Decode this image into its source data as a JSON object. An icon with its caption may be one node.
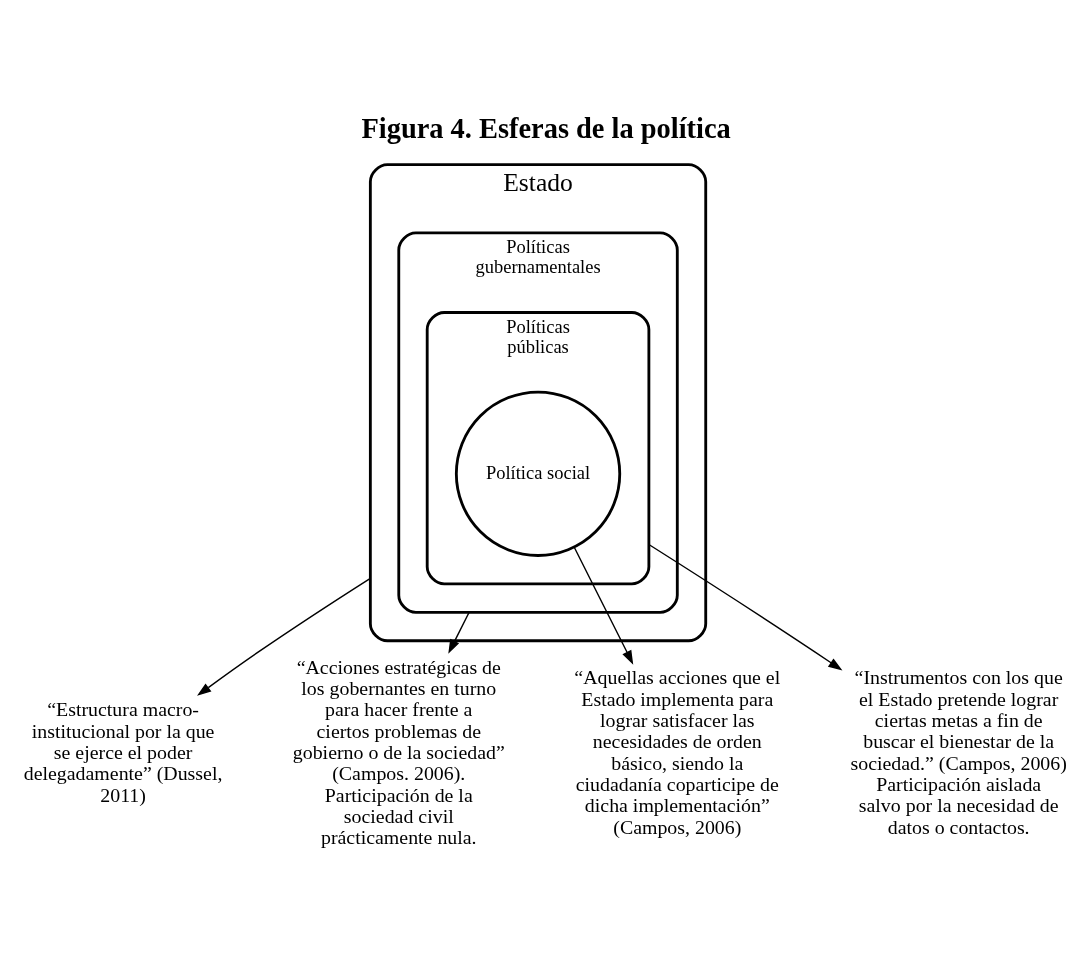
{
  "diagram": {
    "title": "Figura 4. Esferas de la política",
    "nodes": [
      {
        "text": [
          "“Estructura macro-institucional por la que se ejerce el poder delegadamente” (Dussel, 2011)"
        ]
      },
      {
        "text": [
          "“Acciones estratégicas de los gobernantes en turno para hacer frente a ciertos problemas de gobierno o de la sociedad” (Campos. 2006). Participación de la sociedad civil prácticamente nula."
        ]
      },
      {
        "text": [
          "Estado"
        ]
      },
      {
        "text": [
          "Políticas gubernamentales"
        ],
        "in": 2
      },
      {
        "text": [
          "Políticas públicas"
        ],
        "in": 3
      },
      {
        "text": [
          "Política social"
        ],
        "in": 4
      },
      {
        "text": [
          "“Aquellas acciones que el Estado implementa para lograr satisfacer las necesidades de orden básico, siendo la ciudadanía coparticipe de dicha implementación” (Campos, 2006)"
        ]
      },
      {
        "text": [
          "“Instrumentos con los que el Estado pretende lograr ciertas metas a fin de buscar el bienestar de la sociedad.” (Campos, 2006) Participación aislada salvo por la necesidad de datos o contactos."
        ]
      }
    ],
    "edges": [
      {
        "from": 2,
        "to": 0,
        "arrow": "to"
      },
      {
        "from": 3,
        "to": 1,
        "arrow": "to"
      },
      {
        "from": 5,
        "to": 6,
        "arrow": "to"
      },
      {
        "from": 4,
        "to": 7,
        "arrow": "to"
      }
    ]
  }
}
